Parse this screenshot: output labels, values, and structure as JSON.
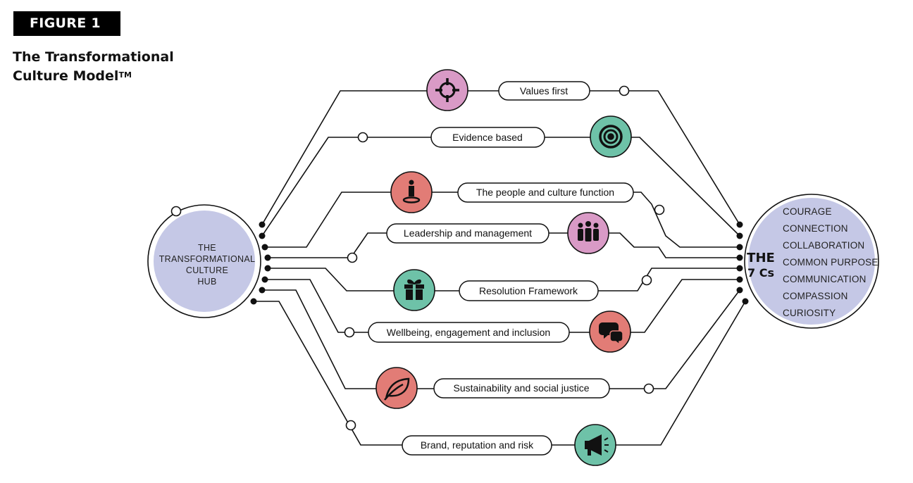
{
  "figure": {
    "badge": "FIGURE 1",
    "title_line1": "The Transformational",
    "title_line2": "Culture Model",
    "title_tm": "TM"
  },
  "hub": {
    "line1": "THE",
    "line2": "TRANSFORMATIONAL",
    "line3": "CULTURE",
    "line4": "HUB"
  },
  "seven_cs": {
    "heading1": "THE",
    "heading2": "7 Cs",
    "items": [
      "COURAGE",
      "CONNECTION",
      "COLLABORATION",
      "COMMON PURPOSE",
      "COMMUNICATION",
      "COMPASSION",
      "CURIOSITY"
    ]
  },
  "pathways": [
    {
      "label": "Values first",
      "icon": "crosshair-icon",
      "color": "#d99ac6"
    },
    {
      "label": "Evidence based",
      "icon": "target-icon",
      "color": "#6ec2a8"
    },
    {
      "label": "The people and culture function",
      "icon": "person-icon",
      "color": "#e27c76"
    },
    {
      "label": "Leadership and management",
      "icon": "group-icon",
      "color": "#d99ac6"
    },
    {
      "label": "Resolution Framework",
      "icon": "gift-icon",
      "color": "#6ec2a8"
    },
    {
      "label": "Wellbeing, engagement and inclusion",
      "icon": "speech-bubbles-icon",
      "color": "#e27c76"
    },
    {
      "label": "Sustainability and social justice",
      "icon": "leaf-icon",
      "color": "#e27c76"
    },
    {
      "label": "Brand, reputation and risk",
      "icon": "megaphone-icon",
      "color": "#6ec2a8"
    }
  ],
  "colors": {
    "hub_fill": "#c5c8e6",
    "line": "#111111"
  }
}
